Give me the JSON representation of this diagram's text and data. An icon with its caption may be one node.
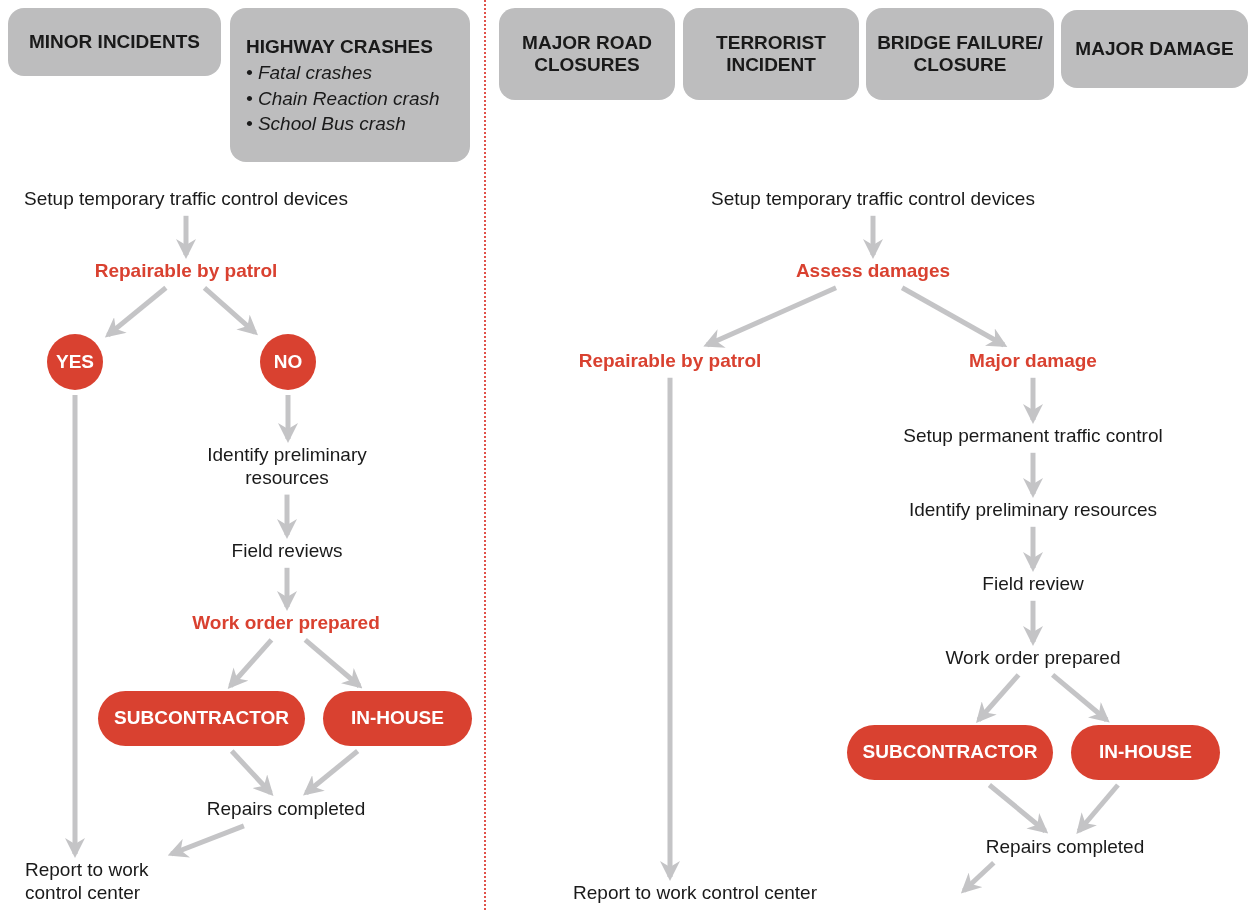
{
  "diagram": {
    "nodes": [
      {
        "text": [
          "MINOR INCIDENTS"
        ]
      },
      {
        "text": [
          "HIGHWAY CRASHES",
          "• Fatal crashes",
          "• Chain Reaction crash",
          "• School Bus crash"
        ]
      },
      {
        "text": [
          "MAJOR ROAD CLOSURES"
        ]
      },
      {
        "text": [
          "TERRORIST INCIDENT"
        ]
      },
      {
        "text": [
          "BRIDGE FAILURE/ CLOSURE"
        ]
      },
      {
        "text": [
          "MAJOR DAMAGE"
        ]
      },
      {
        "text": [
          "Setup temporary traffic control devices"
        ]
      },
      {
        "text": [
          "Repairable by patrol"
        ]
      },
      {
        "text": [
          "YES"
        ]
      },
      {
        "text": [
          "NO"
        ]
      },
      {
        "text": [
          "Identify preliminary resources"
        ]
      },
      {
        "text": [
          "Field reviews"
        ]
      },
      {
        "text": [
          "Work order prepared"
        ]
      },
      {
        "text": [
          "SUBCONTRACTOR"
        ]
      },
      {
        "text": [
          "IN-HOUSE"
        ]
      },
      {
        "text": [
          "Repairs completed"
        ]
      },
      {
        "text": [
          "Report to work control center"
        ]
      },
      {
        "text": [
          "Setup temporary traffic control devices"
        ]
      },
      {
        "text": [
          "Assess damages"
        ]
      },
      {
        "text": [
          "Repairable by patrol"
        ]
      },
      {
        "text": [
          "Major damage"
        ]
      },
      {
        "text": [
          "Setup permanent traffic control"
        ]
      },
      {
        "text": [
          "Identify preliminary resources"
        ]
      },
      {
        "text": [
          "Field review"
        ]
      },
      {
        "text": [
          "Work order prepared"
        ]
      },
      {
        "text": [
          "SUBCONTRACTOR"
        ]
      },
      {
        "text": [
          "IN-HOUSE"
        ]
      },
      {
        "text": [
          "Repairs completed"
        ]
      },
      {
        "text": [
          "Report to work control center"
        ]
      }
    ],
    "edges": [
      {
        "from": 6,
        "to": 7,
        "arrow": "to"
      },
      {
        "from": 7,
        "to": 8,
        "arrow": "to"
      },
      {
        "from": 7,
        "to": 9,
        "arrow": "to"
      },
      {
        "from": 8,
        "to": 16,
        "arrow": "to"
      },
      {
        "from": 9,
        "to": 10,
        "arrow": "to"
      },
      {
        "from": 10,
        "to": 11,
        "arrow": "to"
      },
      {
        "from": 11,
        "to": 12,
        "arrow": "to"
      },
      {
        "from": 12,
        "to": 13,
        "arrow": "to"
      },
      {
        "from": 12,
        "to": 14,
        "arrow": "to"
      },
      {
        "from": 13,
        "to": 15,
        "arrow": "to"
      },
      {
        "from": 14,
        "to": 15,
        "arrow": "to"
      },
      {
        "from": 15,
        "to": 16,
        "arrow": "to"
      },
      {
        "from": 17,
        "to": 18,
        "arrow": "to"
      },
      {
        "from": 18,
        "to": 19,
        "arrow": "to"
      },
      {
        "from": 18,
        "to": 20,
        "arrow": "to"
      },
      {
        "from": 19,
        "to": 28,
        "arrow": "to"
      },
      {
        "from": 20,
        "to": 21,
        "arrow": "to"
      },
      {
        "from": 21,
        "to": 22,
        "arrow": "to"
      },
      {
        "from": 22,
        "to": 23,
        "arrow": "to"
      },
      {
        "from": 23,
        "to": 24,
        "arrow": "to"
      },
      {
        "from": 24,
        "to": 25,
        "arrow": "to"
      },
      {
        "from": 24,
        "to": 26,
        "arrow": "to"
      },
      {
        "from": 25,
        "to": 27,
        "arrow": "to"
      },
      {
        "from": 26,
        "to": 27,
        "arrow": "to"
      },
      {
        "from": 27,
        "to": null,
        "arrow": "to"
      }
    ]
  }
}
